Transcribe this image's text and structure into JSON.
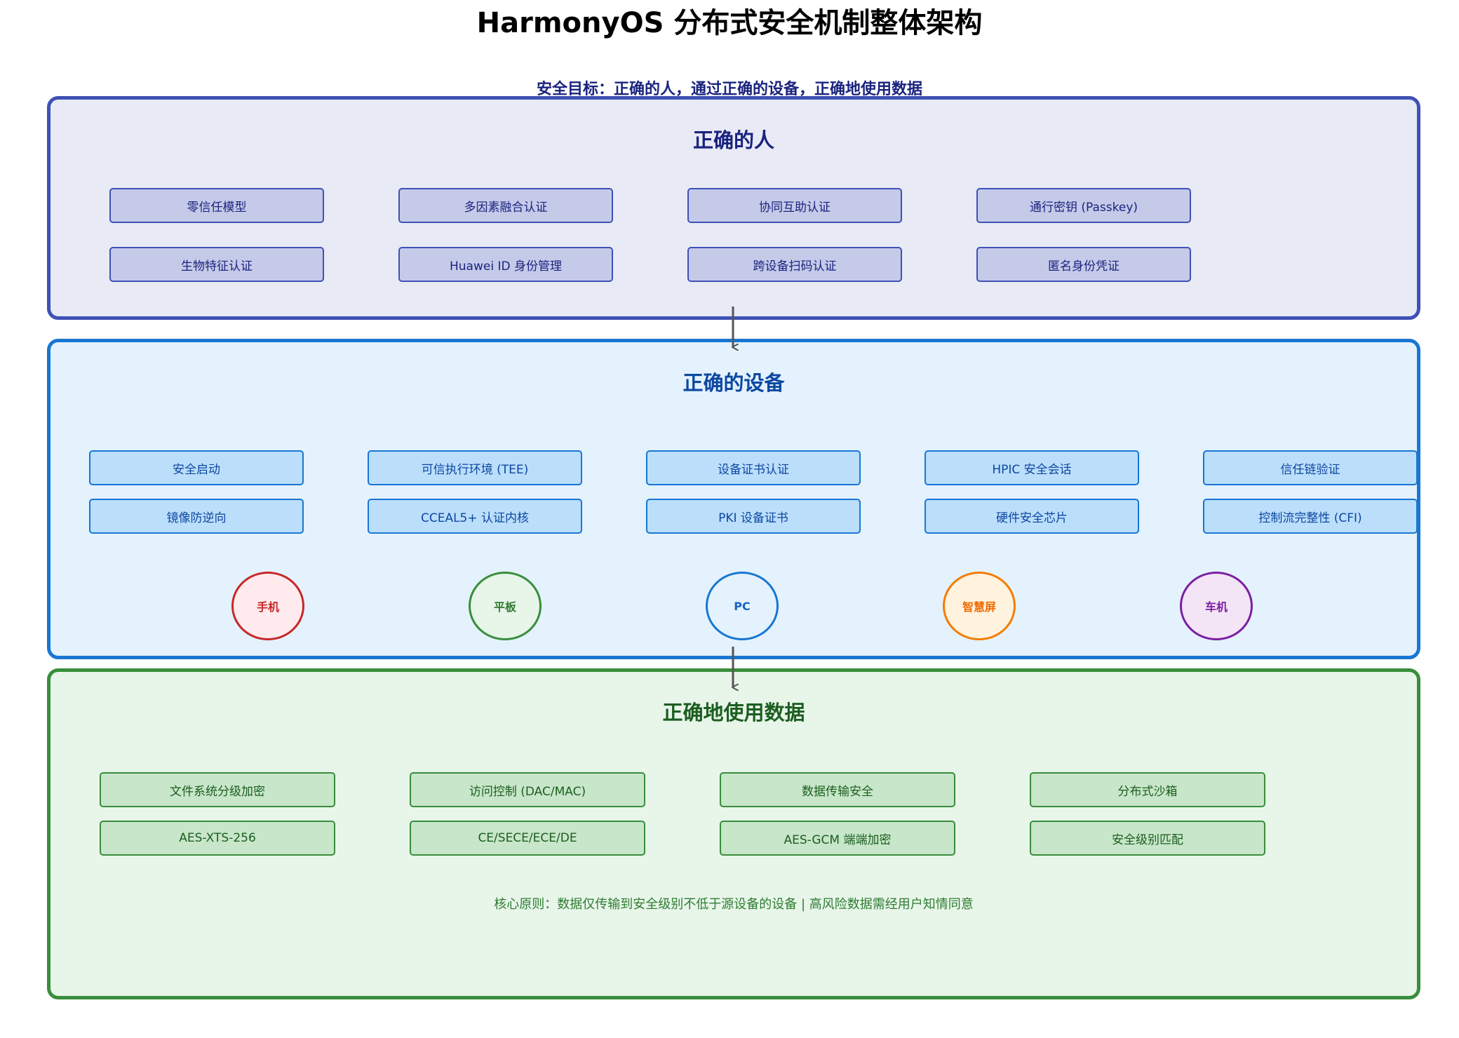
{
  "title": "HarmonyOS 分布式安全机制整体架构",
  "goal": "安全目标：正确的人，通过正确的设备，正确地使用数据",
  "colors": {
    "people_border": "#3f51b5",
    "people_fill": "#e8eaf6",
    "people_chip": "#c5cae9",
    "device_border": "#1976d2",
    "device_fill": "#e3f2fd",
    "device_chip": "#bbdefb",
    "data_border": "#388e3c",
    "data_fill": "#e8f5e9",
    "data_chip": "#c8e6c9",
    "arrow": "#555555"
  },
  "people": {
    "title": "正确的人",
    "row1": [
      "零信任模型",
      "多因素融合认证",
      "协同互助认证",
      "通行密钥 (Passkey)"
    ],
    "row2": [
      "生物特征认证",
      "Huawei ID 身份管理",
      "跨设备扫码认证",
      "匿名身份凭证"
    ]
  },
  "devices": {
    "title": "正确的设备",
    "row1": [
      "安全启动",
      "可信执行环境 (TEE)",
      "设备证书认证",
      "HPIC 安全会话",
      "信任链验证"
    ],
    "row2": [
      "镜像防逆向",
      "CCEAL5+ 认证内核",
      "PKI 设备证书",
      "硬件安全芯片",
      "控制流完整性 (CFI)"
    ],
    "types": [
      {
        "label": "手机",
        "icon": "phone-icon",
        "border": "#c62828",
        "fill": "#ffebee",
        "text": "#c62828"
      },
      {
        "label": "平板",
        "icon": "tablet-icon",
        "border": "#388e3c",
        "fill": "#e8f5e9",
        "text": "#2e7d32"
      },
      {
        "label": "PC",
        "icon": "pc-icon",
        "border": "#1976d2",
        "fill": "#e3f2fd",
        "text": "#1565c0"
      },
      {
        "label": "智慧屏",
        "icon": "smart-screen-icon",
        "border": "#f57c00",
        "fill": "#fff3e0",
        "text": "#ef6c00"
      },
      {
        "label": "车机",
        "icon": "car-unit-icon",
        "border": "#7b1fa2",
        "fill": "#f3e5f5",
        "text": "#7b1fa2"
      }
    ]
  },
  "data": {
    "title": "正确地使用数据",
    "row1": [
      "文件系统分级加密",
      "访问控制 (DAC/MAC)",
      "数据传输安全",
      "分布式沙箱"
    ],
    "row2": [
      "AES-XTS-256",
      "CE/SECE/ECE/DE",
      "AES-GCM 端端加密",
      "安全级别匹配"
    ],
    "principle": "核心原则：数据仅传输到安全级别不低于源设备的设备 | 高风险数据需经用户知情同意"
  }
}
